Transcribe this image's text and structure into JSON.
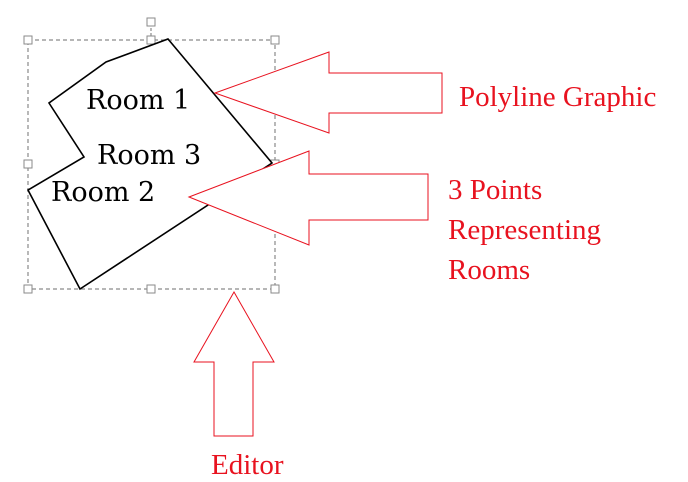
{
  "colors": {
    "annotation": "#e8121f",
    "outline": "#000000",
    "selection": "#8a8a8a",
    "handle_fill": "#ffffff"
  },
  "rooms": [
    {
      "label": "Room 1"
    },
    {
      "label": "Room 3"
    },
    {
      "label": "Room 2"
    }
  ],
  "annotations": {
    "polyline_graphic": {
      "lines": [
        "Polyline Graphic"
      ]
    },
    "points": {
      "lines": [
        "3 Points",
        "Representing",
        "Rooms"
      ]
    },
    "editor": {
      "lines": [
        "Editor"
      ]
    }
  },
  "icons": {
    "selection_handle": "selection-handle-icon",
    "rotate_handle": "rotate-handle-icon",
    "arrow": "hollow-arrow-icon"
  }
}
